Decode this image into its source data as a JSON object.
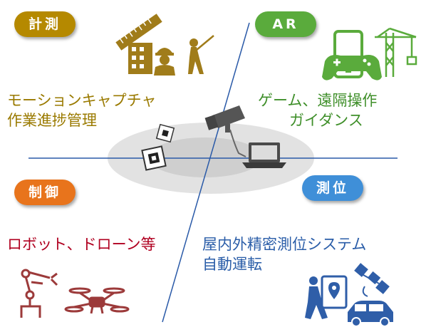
{
  "colors": {
    "measure": "#b58900",
    "ar": "#5aab3c",
    "control": "#e8741c",
    "positioning": "#3f8fd8",
    "text_measure": "#9a7a00",
    "text_ar": "#3f8f2a",
    "text_control": "#b00020",
    "text_position": "#2a5da8",
    "icon_gold": "#a07c1a",
    "icon_green": "#5aab3c",
    "icon_red": "#9c3a3a",
    "icon_blue": "#2f5ea8"
  },
  "quadrants": {
    "measure": {
      "label": "計測",
      "lines": [
        "モーションキャプチャ",
        "作業進捗管理"
      ]
    },
    "ar": {
      "label": "AR",
      "lines": [
        "ゲーム、遠隔操作",
        "ガイダンス"
      ]
    },
    "control": {
      "label": "制御",
      "lines": [
        "ロボット、ドローン等"
      ]
    },
    "positioning": {
      "label": "測位",
      "lines": [
        "屋内外精密測位システム",
        "自動運転"
      ]
    }
  },
  "icons": [
    "ruler-icon",
    "building-icon",
    "worker-icon",
    "golfer-icon",
    "smartphone-icon",
    "gamepad-icon",
    "crane-icon",
    "robot-arm-icon",
    "drone-icon",
    "person-map-icon",
    "satellite-icon",
    "car-icon",
    "camera-icon",
    "laptop-icon",
    "marker-icon"
  ]
}
